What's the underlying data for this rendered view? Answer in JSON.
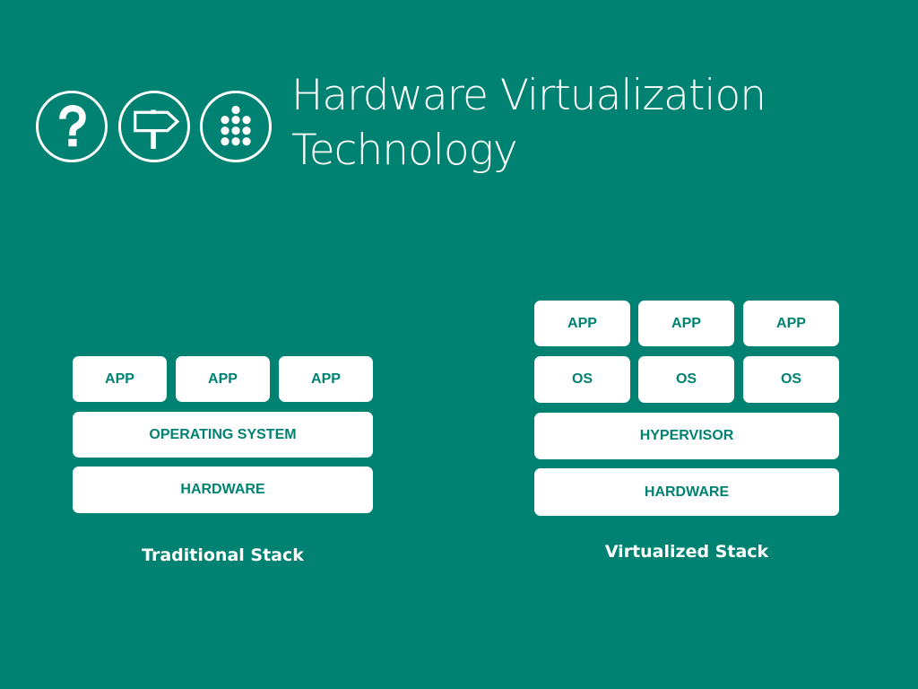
{
  "title": {
    "line1": "Hardware Virtualization",
    "line2": "Technology"
  },
  "icons": [
    "question-icon",
    "signpost-icon",
    "dot-grid-icon"
  ],
  "colors": {
    "background": "#008272",
    "box": "#ffffff",
    "box_text": "#008272"
  },
  "traditional_stack": {
    "apps": [
      "APP",
      "APP",
      "APP"
    ],
    "os": "OPERATING SYSTEM",
    "hardware": "HARDWARE",
    "caption": "Traditional Stack"
  },
  "virtualized_stack": {
    "apps": [
      "APP",
      "APP",
      "APP"
    ],
    "os": [
      "OS",
      "OS",
      "OS"
    ],
    "hypervisor": "HYPERVISOR",
    "hardware": "HARDWARE",
    "caption": "Virtualized Stack"
  }
}
